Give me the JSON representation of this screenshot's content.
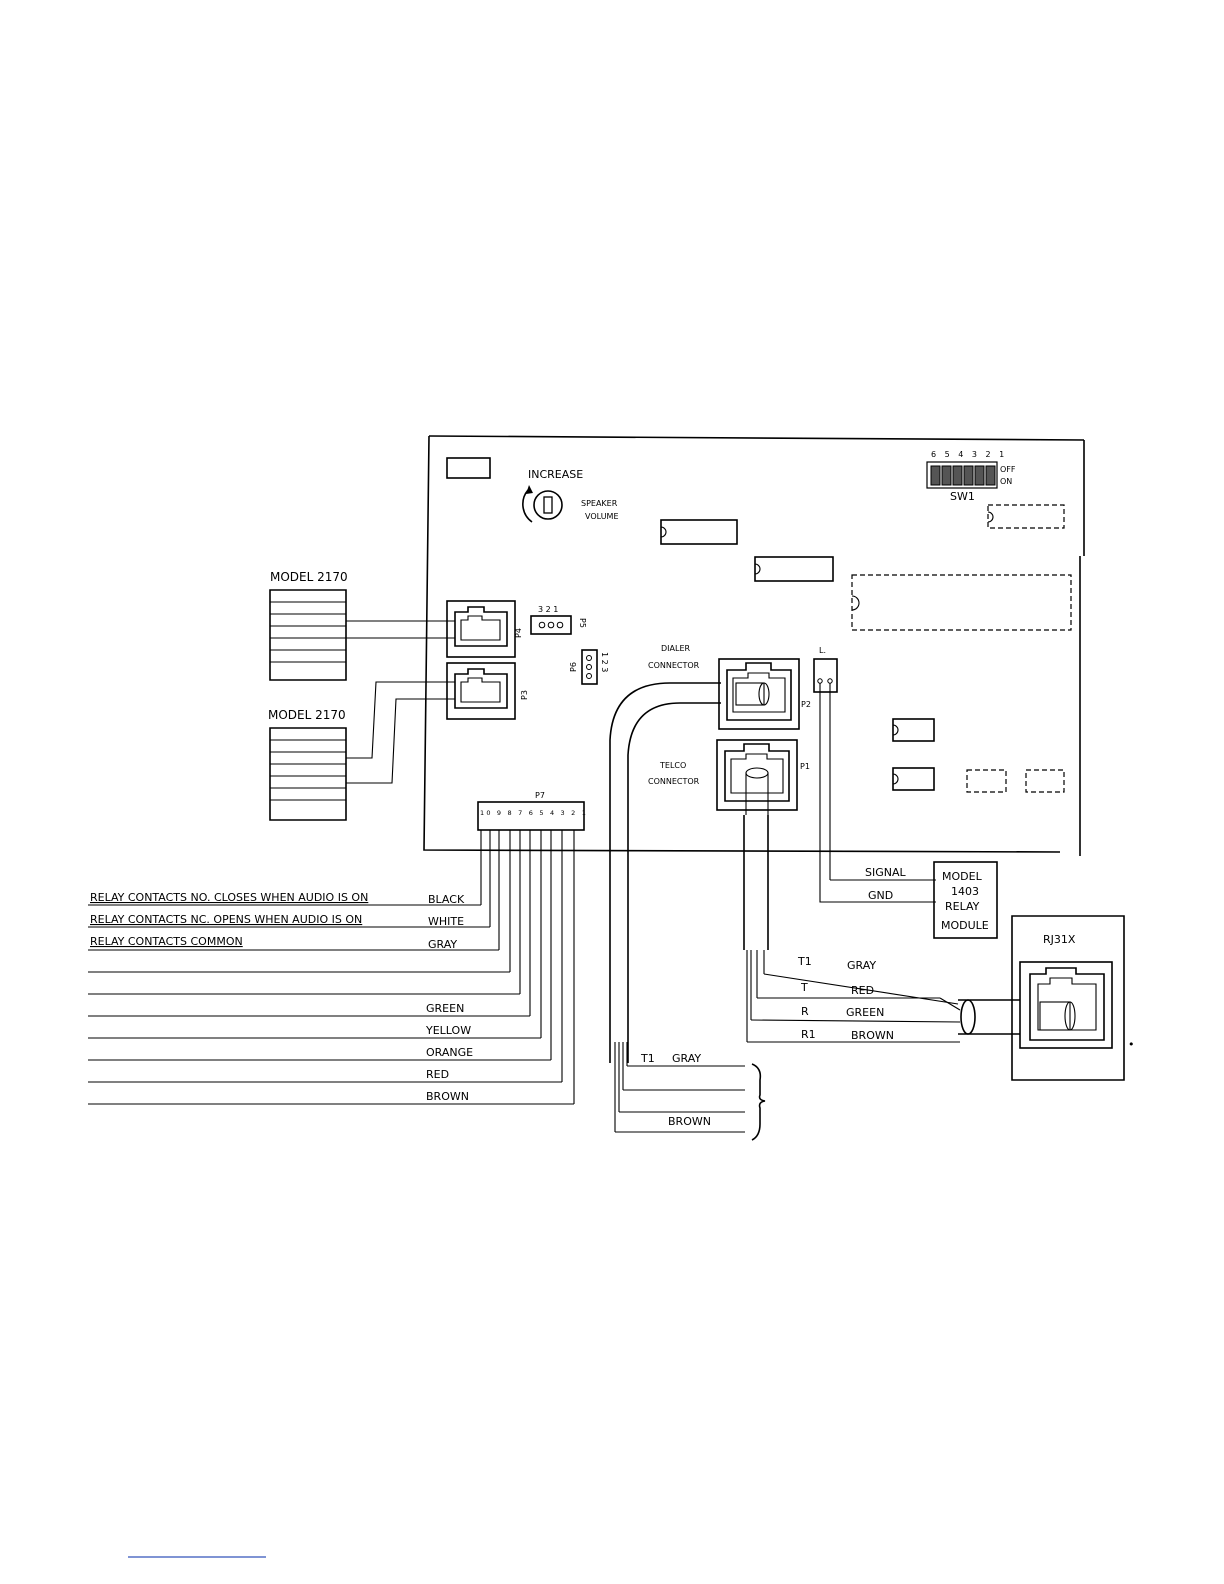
{
  "model_top": "MODEL 2170",
  "model_bottom": "MODEL 2170",
  "pot": {
    "increase": "INCREASE",
    "speaker": "SPEAKER",
    "volume": "VOLUME"
  },
  "sw1": {
    "name": "SW1",
    "positions": "6 5 4 3 2 1",
    "off": "OFF",
    "on": "ON"
  },
  "jumpers": {
    "p5": "P5",
    "p5_pins": "3 2 1",
    "p6": "P6",
    "p6_pins": "1 2 3"
  },
  "ports": {
    "p4": "P4",
    "p3": "P3",
    "p2": "P2",
    "p1": "P1",
    "p7": "P7",
    "p7_pins": "10 9 8 7 6 5 4 3 2 1"
  },
  "dialer": {
    "line1": "DIALER",
    "line2": "CONNECTOR"
  },
  "telco": {
    "line1": "TELCO",
    "line2": "CONNECTOR"
  },
  "relay_module": {
    "line1": "MODEL",
    "line2": "1403",
    "line3": "RELAY",
    "line4": "MODULE",
    "signal": "SIGNAL",
    "gnd": "GND"
  },
  "relay_contacts": {
    "no_text": "RELAY CONTACTS NO. CLOSES WHEN AUDIO IS ON",
    "no_color": "BLACK",
    "nc_text": "RELAY CONTACTS NC. OPENS WHEN AUDIO IS ON",
    "nc_color": "WHITE",
    "common_text": "RELAY CONTACTS COMMON",
    "common_color": "GRAY"
  },
  "p7_wire_colors": [
    "GREEN",
    "YELLOW",
    "ORANGE",
    "RED",
    "BROWN"
  ],
  "telco_wires": [
    {
      "pin": "T1",
      "color": "GRAY"
    },
    {
      "pin": "T",
      "color": "RED"
    },
    {
      "pin": "R",
      "color": "GREEN"
    },
    {
      "pin": "R1",
      "color": "BROWN"
    }
  ],
  "rj31x": "RJ31X",
  "dialer_cable": {
    "t1": "T1",
    "gray": "GRAY",
    "brown": "BROWN"
  }
}
